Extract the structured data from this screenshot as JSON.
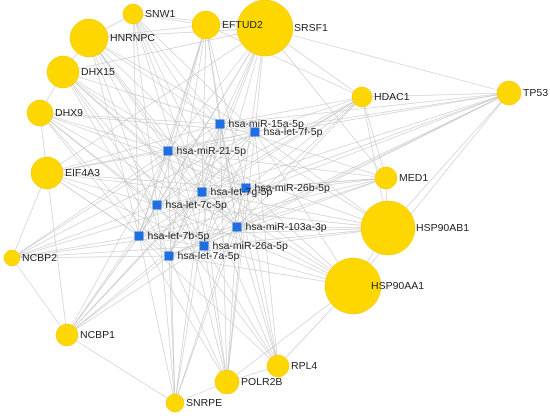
{
  "colors": {
    "gene": "#ffd700",
    "mirna": "#1f6fe0",
    "edge": "#c8c8c8",
    "label": "#222222"
  },
  "genes": [
    {
      "id": "SNW1",
      "label": "SNW1"
    },
    {
      "id": "HNRNPC",
      "label": "HNRNPC"
    },
    {
      "id": "EFTUD2",
      "label": "EFTUD2"
    },
    {
      "id": "SRSF1",
      "label": "SRSF1"
    },
    {
      "id": "DHX15",
      "label": "DHX15"
    },
    {
      "id": "DHX9",
      "label": "DHX9"
    },
    {
      "id": "EIF4A3",
      "label": "EIF4A3"
    },
    {
      "id": "HDAC1",
      "label": "HDAC1"
    },
    {
      "id": "TP53",
      "label": "TP53"
    },
    {
      "id": "MED1",
      "label": "MED1"
    },
    {
      "id": "HSP90AB1",
      "label": "HSP90AB1"
    },
    {
      "id": "HSP90AA1",
      "label": "HSP90AA1"
    },
    {
      "id": "NCBP2",
      "label": "NCBP2"
    },
    {
      "id": "NCBP1",
      "label": "NCBP1"
    },
    {
      "id": "RPL4",
      "label": "RPL4"
    },
    {
      "id": "POLR2B",
      "label": "POLR2B"
    },
    {
      "id": "SNRPE",
      "label": "SNRPE"
    }
  ],
  "mirnas": [
    {
      "id": "miR-15a",
      "label": "hsa-miR-15a-5p"
    },
    {
      "id": "let-7f",
      "label": "hsa-let-7f-5p"
    },
    {
      "id": "miR-21",
      "label": "hsa-miR-21-5p"
    },
    {
      "id": "let-7g",
      "label": "hsa-let-7g-5p"
    },
    {
      "id": "miR-26b",
      "label": "hsa-miR-26b-5p"
    },
    {
      "id": "let-7c",
      "label": "hsa-let-7c-5p"
    },
    {
      "id": "miR-103a",
      "label": "hsa-miR-103a-3p"
    },
    {
      "id": "let-7b",
      "label": "hsa-let-7b-5p"
    },
    {
      "id": "miR-26a",
      "label": "hsa-miR-26a-5p"
    },
    {
      "id": "let-7a",
      "label": "hsa-let-7a-5p"
    }
  ]
}
